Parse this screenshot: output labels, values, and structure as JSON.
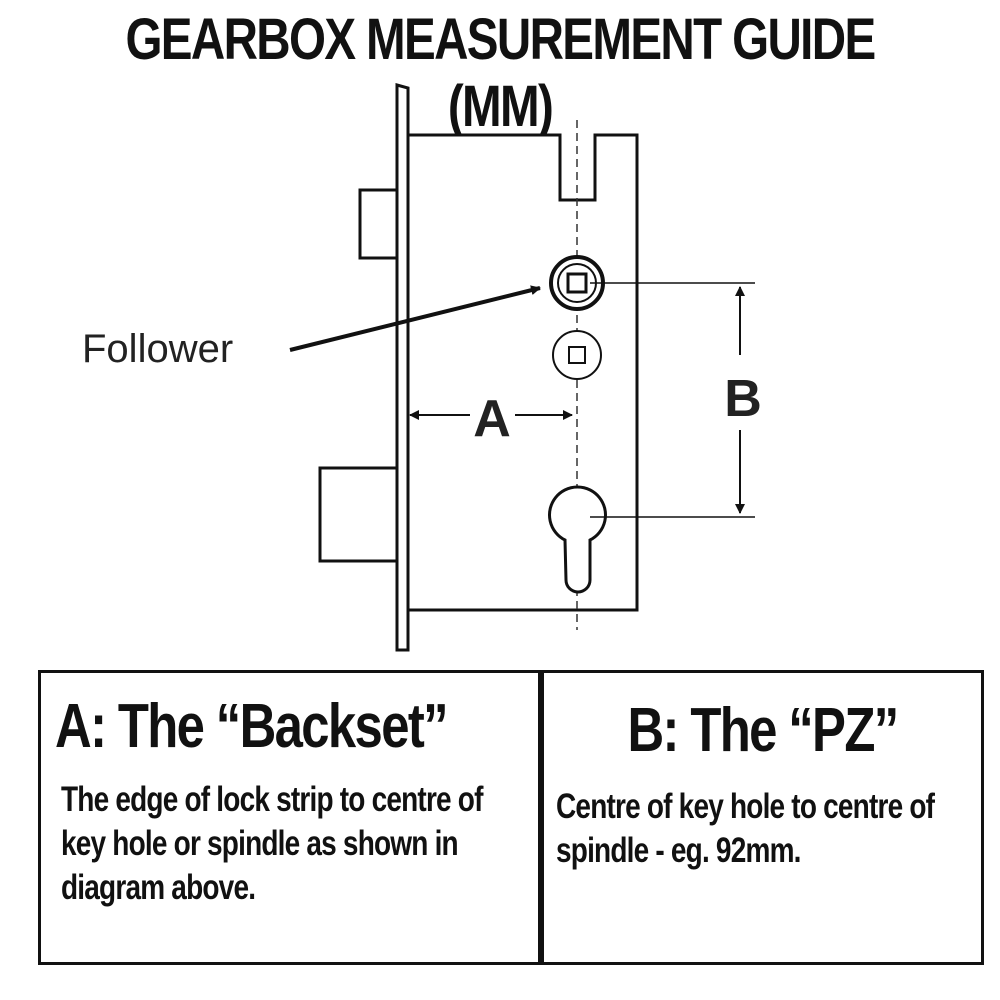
{
  "title": "GEARBOX MEASUREMENT GUIDE (MM)",
  "diagram": {
    "follower_label": "Follower",
    "label_a": "A",
    "label_b": "B"
  },
  "box_a": {
    "heading": "A: The “Backset”",
    "text": "The edge of lock strip to centre of key hole or spindle as shown in diagram above."
  },
  "box_b": {
    "heading": "B: The “PZ”",
    "text": "Centre of key hole to centre of spindle - eg. 92mm."
  }
}
